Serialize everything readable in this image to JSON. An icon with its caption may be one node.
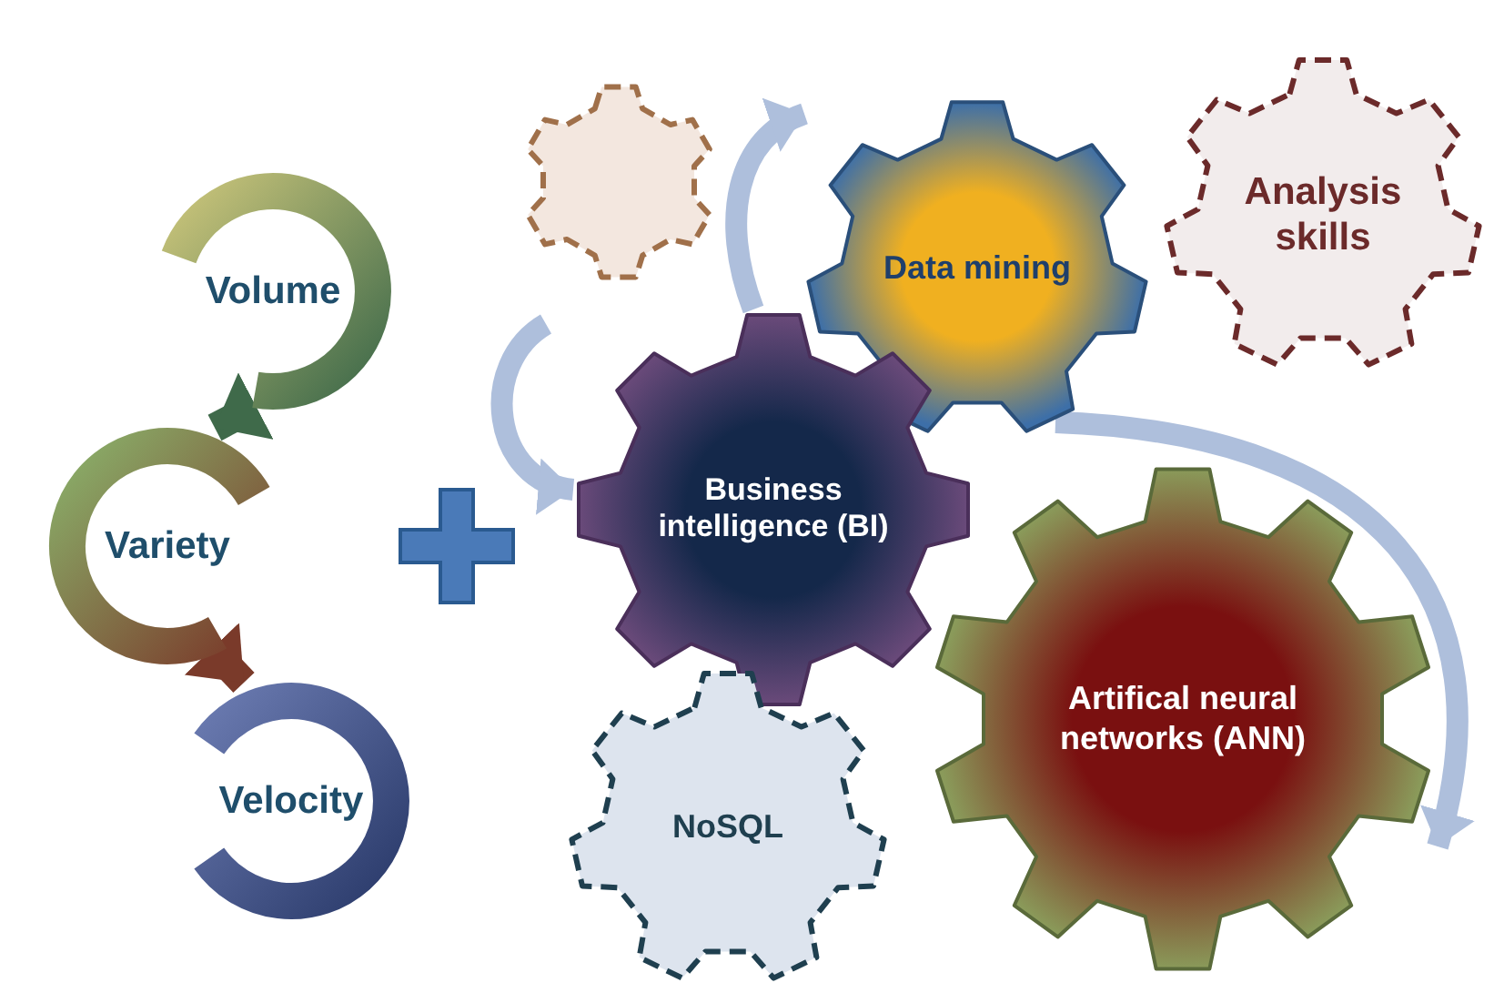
{
  "diagram": {
    "nodes": [
      {
        "text": [
          "Volume"
        ]
      },
      {
        "text": [
          "Variety"
        ]
      },
      {
        "text": [
          "Velocity"
        ]
      },
      {
        "text": [],
        "shape": "gear"
      },
      {
        "text": [
          "Data mining"
        ]
      },
      {
        "text": [
          "Analysis skills"
        ]
      },
      {
        "text": [
          "Business intelligence (BI)"
        ]
      },
      {
        "text": [
          "Artifical neural networks (ANN)"
        ]
      },
      {
        "text": [
          "NoSQL"
        ]
      }
    ],
    "edges": [
      {
        "from": 0,
        "to": 1,
        "arrow": "to",
        "color": "#3f6a4a"
      },
      {
        "from": 1,
        "to": 2,
        "arrow": "to",
        "color": "#7a3a2a"
      },
      {
        "from": 6,
        "to": 4,
        "arrow": "to"
      },
      {
        "from": null,
        "to": 6,
        "arrow": "to"
      },
      {
        "from": 4,
        "to": 7,
        "arrow": "to"
      }
    ]
  }
}
